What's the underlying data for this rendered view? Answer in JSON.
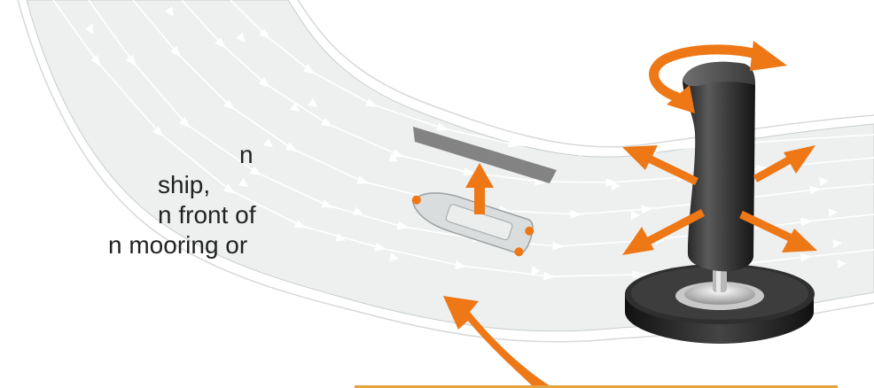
{
  "caption": {
    "lines": [
      "n",
      " ship,",
      "n front of",
      "n mooring or"
    ]
  },
  "colors": {
    "accent": "#ee7716",
    "river": "#eef0f0",
    "flow_lines": "#ffffff",
    "quay": "#808080",
    "joystick": "#3a3a3a",
    "baseline": "#e3a441"
  },
  "icons": [
    "rotation-arrow-icon",
    "move-arrows-icon",
    "thrust-arrow-icon",
    "pointer-arrow-icon",
    "joystick-icon",
    "ship-icon"
  ]
}
